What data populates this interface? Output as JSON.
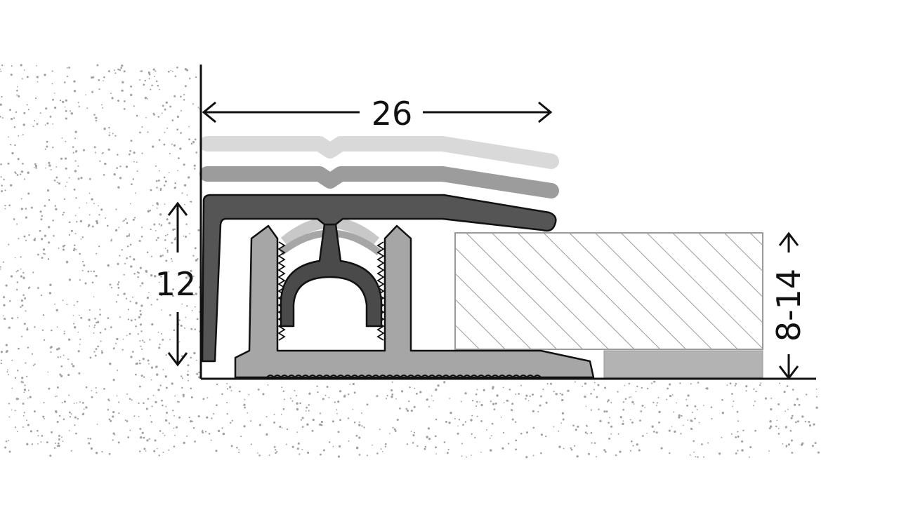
{
  "diagram": {
    "dimensions": {
      "width": "26",
      "profile_height": "12",
      "floor_thickness_range": "8-14"
    },
    "parts": [
      "wall-substrate",
      "floor-substrate",
      "cover-profile-high",
      "cover-profile-mid",
      "cover-profile-low",
      "base-profile",
      "insert-clip",
      "floor-covering",
      "underlay"
    ],
    "colors": {
      "ink": "#111111",
      "cover_light": "#d9d9d9",
      "cover_mid": "#9c9c9c",
      "cover_dark": "#555555",
      "base": "#a6a6a6",
      "clip": "#4a4a4a",
      "clip_ghost": "#c8c8c8",
      "underlay": "#b3b3b3",
      "hatch": "#9a9a9a",
      "stipple": "#a0a0a0"
    }
  }
}
